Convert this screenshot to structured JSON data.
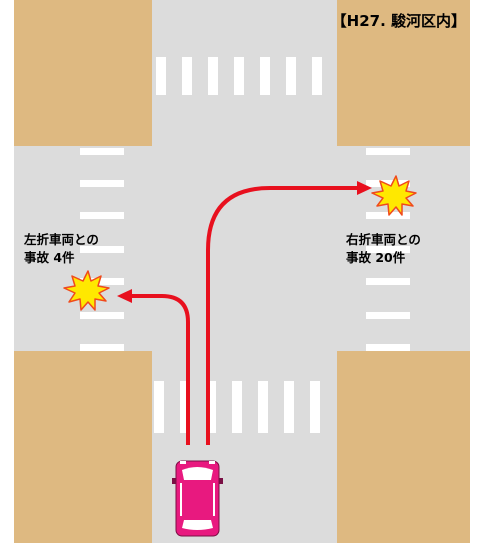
{
  "title": "【H27. 駿河区内】",
  "labels": {
    "left_turn": {
      "line1": "左折車両との",
      "line2": "事故 4件"
    },
    "right_turn": {
      "line1": "右折車両との",
      "line2": "事故 20件"
    }
  },
  "accidents": {
    "left_turn_count": 4,
    "right_turn_count": 20
  },
  "colors": {
    "road": "#dcdcdc",
    "block": "#deb981",
    "marking": "#ffffff",
    "arrow": "#e8101e",
    "car": "#e8197f",
    "car_window": "#ffffff",
    "burst": "#ffe800",
    "burst_outline": "#f04a1c"
  }
}
